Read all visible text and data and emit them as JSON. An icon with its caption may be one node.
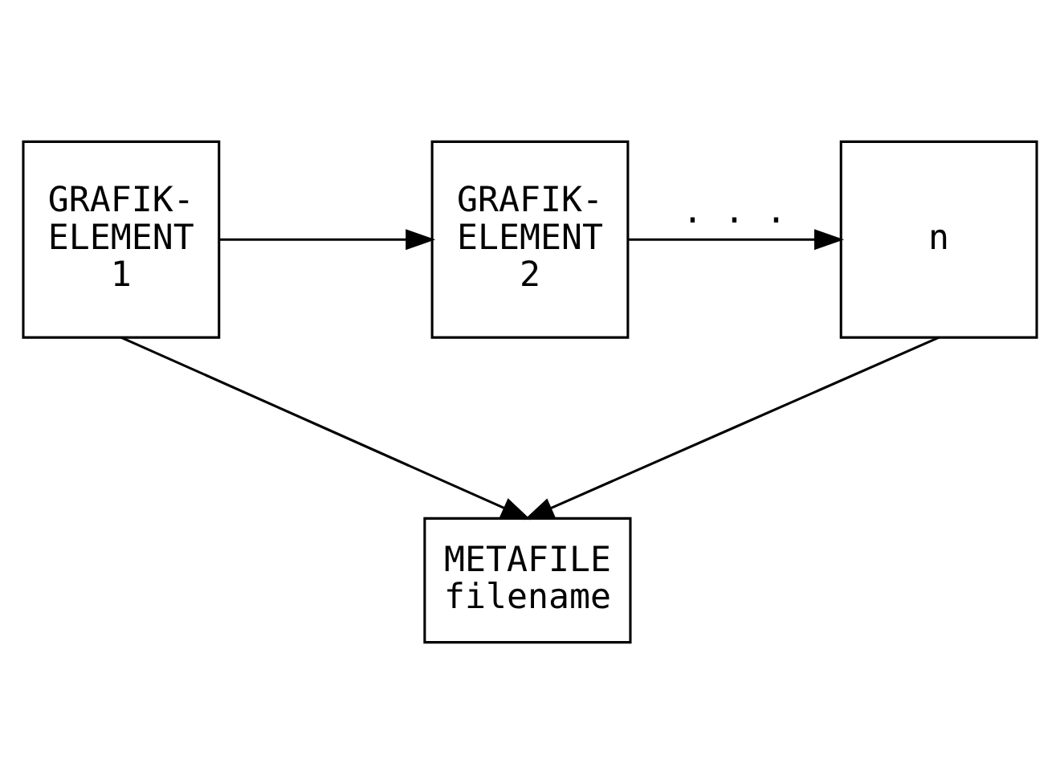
{
  "diagram": {
    "nodes": [
      {
        "text": [
          "GRAFIK- ELEMENT 1"
        ]
      },
      {
        "text": [
          "GRAFIK- ELEMENT 2"
        ]
      },
      {
        "text": [
          "n"
        ]
      },
      {
        "text": [
          "METAFILE filename"
        ]
      }
    ],
    "edges": [
      {
        "from": 0,
        "to": 1,
        "arrow": "to"
      },
      {
        "from": 1,
        "to": 2,
        "arrow": "to",
        "label": ". . ."
      },
      {
        "from": 0,
        "to": 3,
        "arrow": "to"
      },
      {
        "from": 2,
        "to": 3,
        "arrow": "to"
      }
    ]
  }
}
